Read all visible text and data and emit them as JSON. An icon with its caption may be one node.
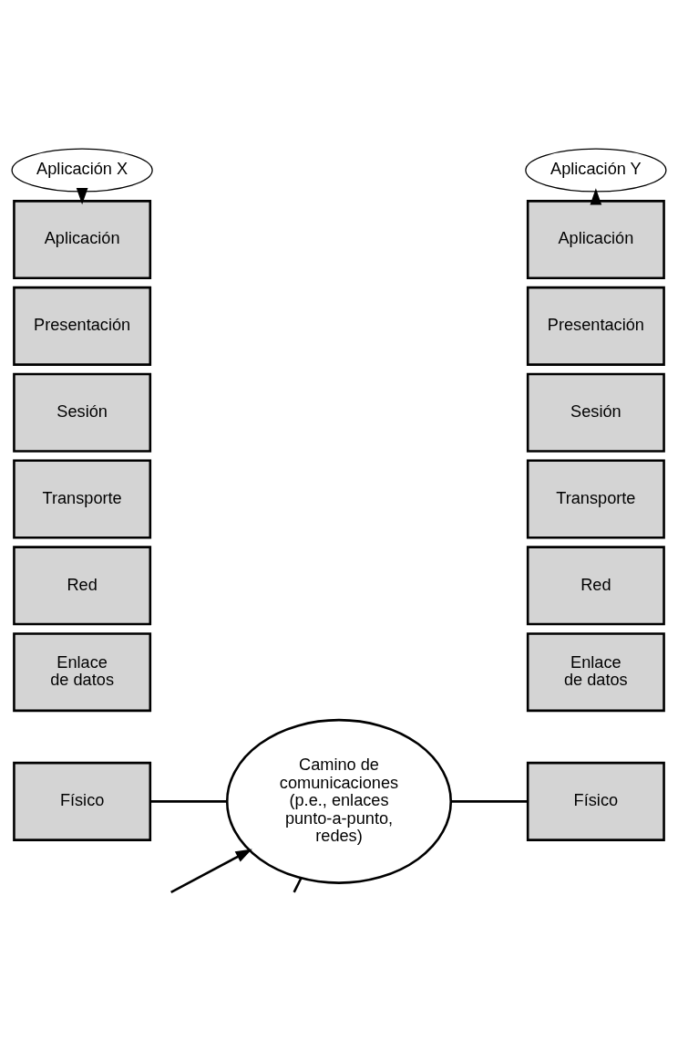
{
  "diagram": {
    "nodes": [
      {
        "text": [
          "Aplicación X"
        ]
      },
      {
        "text": [
          "Aplicación"
        ]
      },
      {
        "text": [
          "Presentación"
        ]
      },
      {
        "text": [
          "Sesión"
        ]
      },
      {
        "text": [
          "Transporte"
        ]
      },
      {
        "text": [
          "Red"
        ]
      },
      {
        "text": [
          "Enlace de datos"
        ]
      },
      {
        "text": [
          "Físico"
        ]
      },
      {
        "text": [
          "Aplicación Y"
        ]
      },
      {
        "text": [
          "Aplicación"
        ]
      },
      {
        "text": [
          "Presentación"
        ]
      },
      {
        "text": [
          "Sesión"
        ]
      },
      {
        "text": [
          "Transporte"
        ]
      },
      {
        "text": [
          "Red"
        ]
      },
      {
        "text": [
          "Enlace de datos"
        ]
      },
      {
        "text": [
          "Físico"
        ]
      },
      {
        "text": [
          "Camino de comunicaciones (p.e., enlaces punto-a-punto, redes)"
        ]
      }
    ],
    "edges": [
      {
        "from": 0,
        "to": 1,
        "arrow": "to"
      },
      {
        "from": 9,
        "to": 8,
        "arrow": "to"
      },
      {
        "from": 7,
        "to": 16,
        "arrow": "none"
      },
      {
        "from": 16,
        "to": 15,
        "arrow": "none"
      },
      {
        "from": null,
        "to": 16,
        "arrow": "to"
      },
      {
        "from": 16,
        "to": null,
        "arrow": "none"
      }
    ]
  }
}
